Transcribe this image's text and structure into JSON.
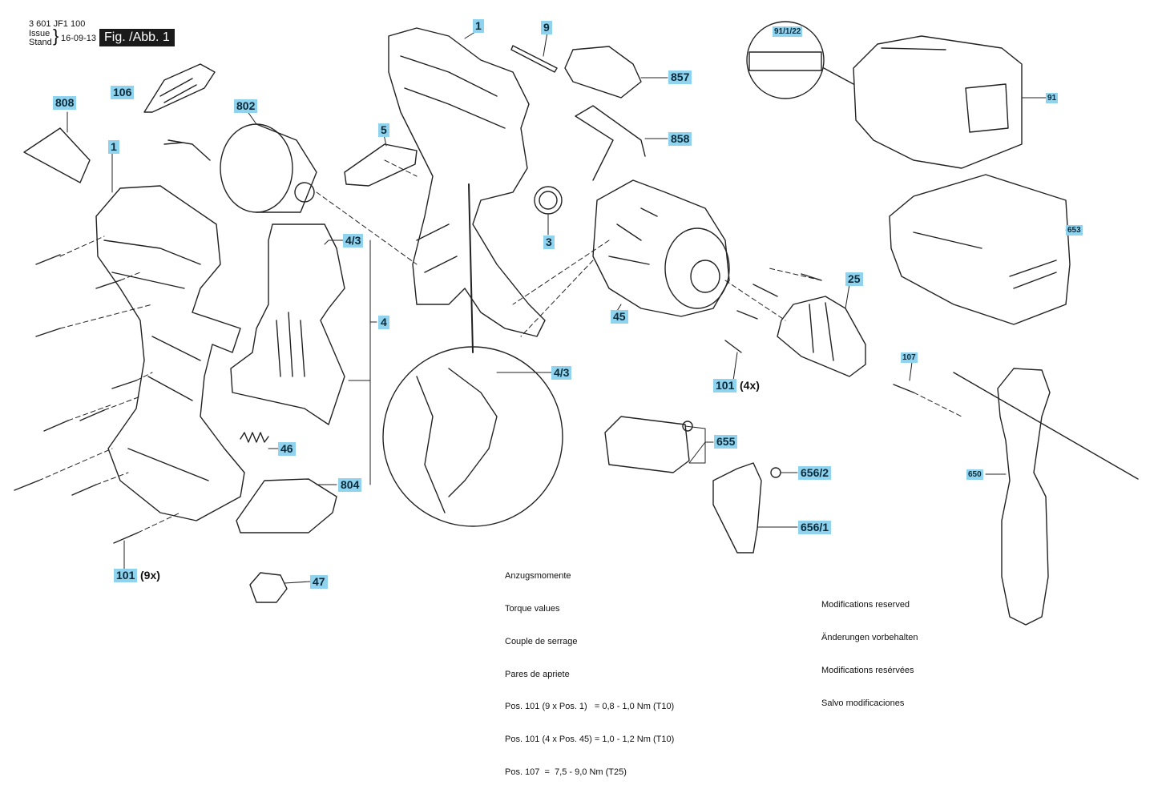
{
  "header": {
    "part_number": "3 601 JF1 100",
    "issue_label": "Issue",
    "stand_label": "Stand",
    "date": "16-09-13",
    "figure": "Fig. /Abb. 1"
  },
  "callouts": {
    "c808": "808",
    "c106": "106",
    "c802": "802",
    "c1_left": "1",
    "c1_top": "1",
    "c5": "5",
    "c9": "9",
    "c857": "857",
    "c858": "858",
    "c3": "3",
    "c4_3_top": "4/3",
    "c4": "4",
    "c4_3_detail": "4/3",
    "c46": "46",
    "c804": "804",
    "c47": "47",
    "c101_left": "101",
    "c101_left_qty": "(9x)",
    "c101_right": "101",
    "c101_right_qty": "(4x)",
    "c45": "45",
    "c25": "25",
    "c655": "655",
    "c656_2": "656/2",
    "c656_1": "656/1",
    "c91": "91",
    "c91_1_22": "91/1/22",
    "c653": "653",
    "c107": "107",
    "c650": "650"
  },
  "torque": {
    "l1": "Anzugsmomente",
    "l2": "Torque values",
    "l3": "Couple de serrage",
    "l4": "Pares de apriete",
    "l5": "Pos. 101 (9 x Pos. 1)   = 0,8 - 1,0 Nm (T10)",
    "l6": "Pos. 101 (4 x Pos. 45) = 1,0 - 1,2 Nm (T10)",
    "l7": "Pos. 107  =  7,5 - 9,0 Nm (T25)"
  },
  "modifications": {
    "l1": "Modifications reserved",
    "l2": "Änderungen vorbehalten",
    "l3": "Modifications resérvées",
    "l4": "Salvo modificaciones"
  }
}
